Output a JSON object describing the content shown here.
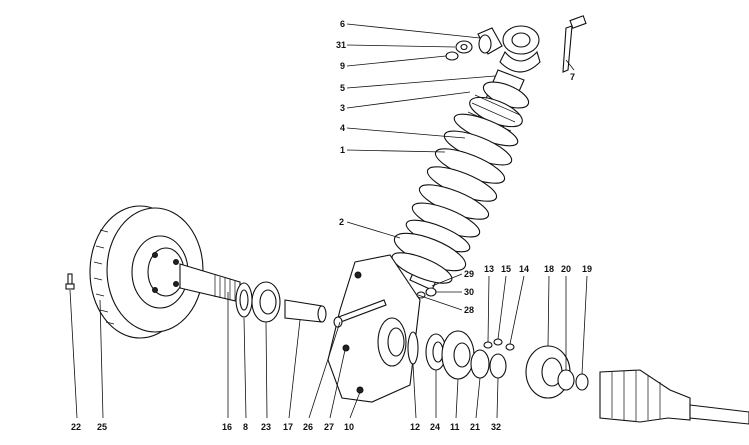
{
  "labels": {
    "l6": "6",
    "l31": "31",
    "l9": "9",
    "l5": "5",
    "l3": "3",
    "l4": "4",
    "l1": "1",
    "l7": "7",
    "l2": "2",
    "l29": "29",
    "l30": "30",
    "l28": "28",
    "l13": "13",
    "l15": "15",
    "l14": "14",
    "l18": "18",
    "l20": "20",
    "l19": "19",
    "l22": "22",
    "l25": "25",
    "l16": "16",
    "l8": "8",
    "l23": "23",
    "l17": "17",
    "l26": "26",
    "l27": "27",
    "l10": "10",
    "l12": "12",
    "l24": "24",
    "l11": "11",
    "l21": "21",
    "l32": "32"
  },
  "colors": {
    "ink": "#111111",
    "paper": "#ffffff"
  }
}
